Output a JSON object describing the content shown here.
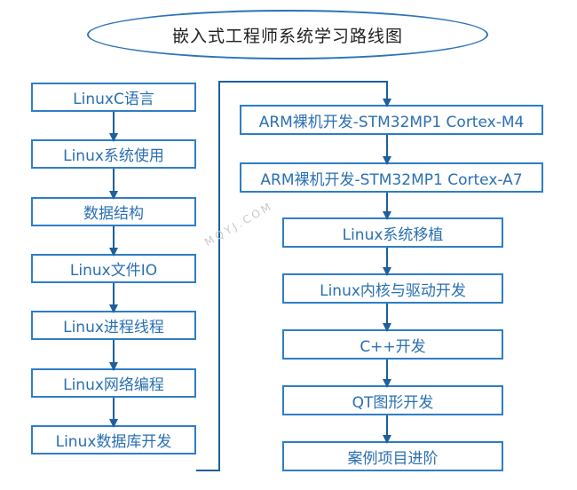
{
  "title": "嵌入式工程师系统学习路线图",
  "left_column": [
    "LinuxC语言",
    "Linux系统使用",
    "数据结构",
    "Linux文件IO",
    "Linux进程线程",
    "Linux网络编程",
    "Linux数据库开发"
  ],
  "right_column": [
    "ARM裸机开发-STM32MP1 Cortex-M4",
    "ARM裸机开发-STM32MP1 Cortex-A7",
    "Linux系统移植",
    "Linux内核与驱动开发",
    "C++开发",
    "QT图形开发",
    "案例项目进阶"
  ],
  "watermark": "MQYJ.COM",
  "colors": {
    "border": "#2f7dc5",
    "text": "#2a6fb3",
    "connector": "#1e5f9c",
    "title_border": "#2a73b8"
  }
}
